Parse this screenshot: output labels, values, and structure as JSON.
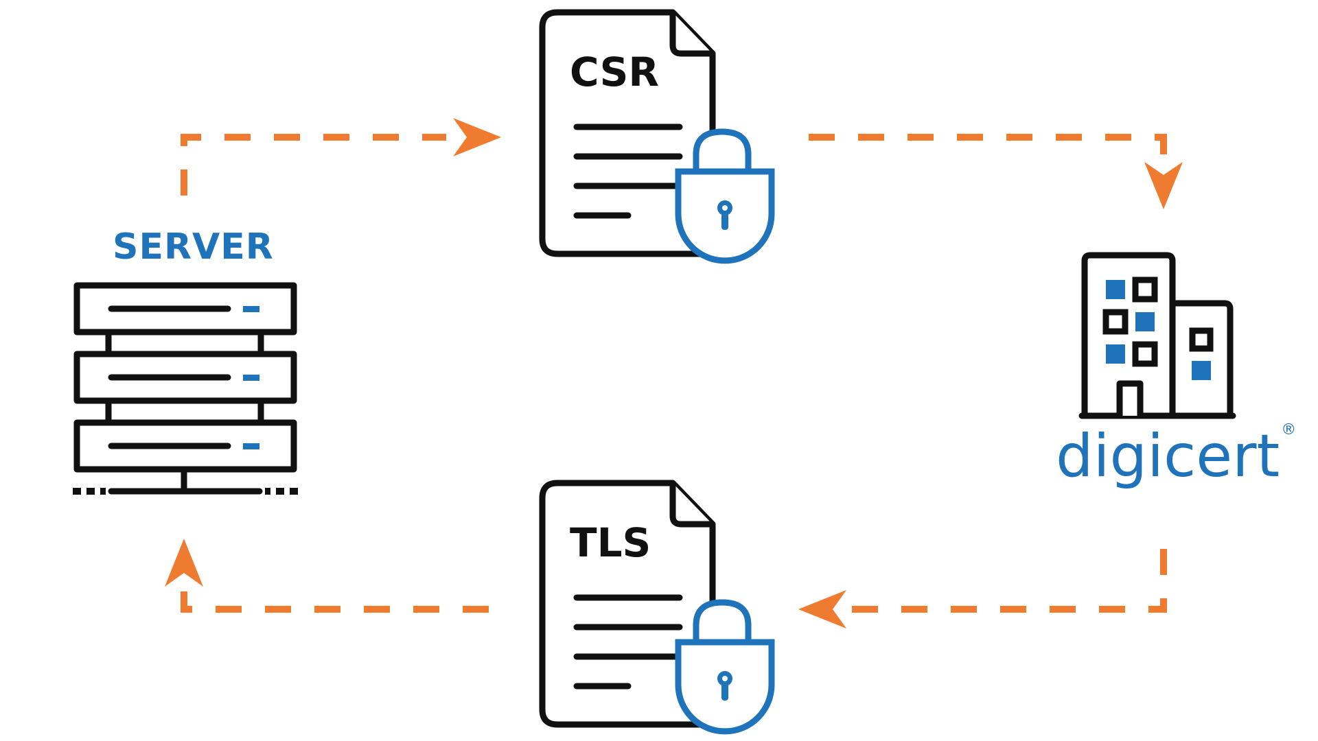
{
  "server": {
    "label": "SERVER"
  },
  "documents": {
    "csr": {
      "label": "CSR"
    },
    "tls": {
      "label": "TLS"
    }
  },
  "authority": {
    "brand_name": "digicert",
    "brand_mark": "®"
  },
  "colors": {
    "arrow": "#EE7B30",
    "accent_blue": "#1F73BB",
    "outline": "#111111",
    "background": "#FFFFFF"
  },
  "icons": [
    "server-rack-icon",
    "document-icon",
    "padlock-icon",
    "office-building-icon"
  ]
}
